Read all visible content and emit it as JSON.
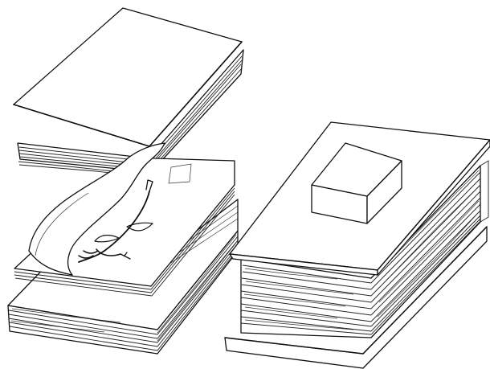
{
  "figure": {
    "kind": "line-drawing",
    "subject": "plant-press-stacks",
    "ink_color": "#111111",
    "background": "#ffffff"
  },
  "left_press": {
    "layers": [
      "top-board",
      "blotter-stack-upper",
      "folder-with-plant-specimen",
      "blotter-stack-lower"
    ]
  },
  "right_press": {
    "layers": [
      "weight-block",
      "top-board",
      "blotter-stack",
      "base-board"
    ]
  }
}
